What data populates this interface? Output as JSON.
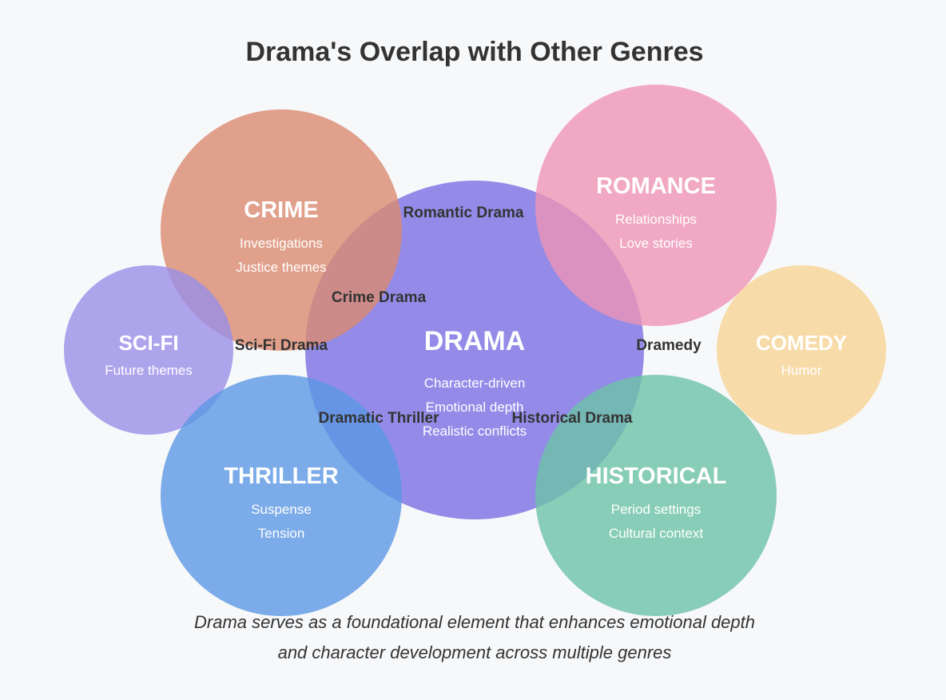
{
  "title": "Drama's Overlap with Other Genres",
  "circles": {
    "drama": {
      "name": "DRAMA",
      "descriptions": [
        "Character-driven",
        "Emotional depth",
        "Realistic conflicts"
      ],
      "color": "#7b6fe3"
    },
    "crime": {
      "name": "CRIME",
      "descriptions": [
        "Investigations",
        "Justice themes"
      ],
      "color": "#d98a6f"
    },
    "romance": {
      "name": "ROMANCE",
      "descriptions": [
        "Relationships",
        "Love stories"
      ],
      "color": "#ee94b5"
    },
    "scifi": {
      "name": "SCI-FI",
      "descriptions": [
        "Future themes"
      ],
      "color": "#9a8fe8"
    },
    "comedy": {
      "name": "COMEDY",
      "descriptions": [
        "Humor"
      ],
      "color": "#f6d393"
    },
    "thriller": {
      "name": "THRILLER",
      "descriptions": [
        "Suspense",
        "Tension"
      ],
      "color": "#5b97e3"
    },
    "historical": {
      "name": "HISTORICAL",
      "descriptions": [
        "Period settings",
        "Cultural context"
      ],
      "color": "#6cc2a6"
    }
  },
  "overlaps": {
    "romantic_drama": "Romantic Drama",
    "crime_drama": "Crime Drama",
    "scifi_drama": "Sci-Fi Drama",
    "dramedy": "Dramedy",
    "dramatic_thriller": "Dramatic Thriller",
    "historical_drama": "Historical Drama"
  },
  "caption": {
    "line1": "Drama serves as a foundational element that enhances emotional depth",
    "line2": "and character development across multiple genres"
  }
}
